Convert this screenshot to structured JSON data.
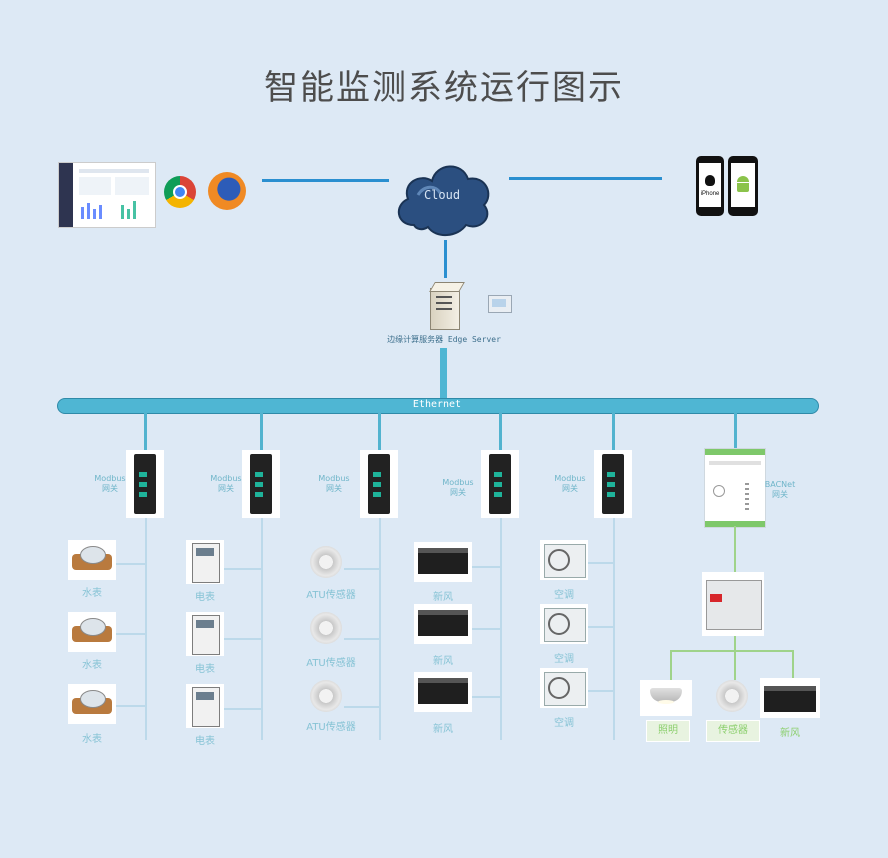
{
  "title": "智能监测系统运行图示",
  "cloud_label": "Cloud",
  "edge_server_label": "边缘计算服务器 Edge Server",
  "ethernet_label": "Ethernet",
  "phones": {
    "left": "iPhone"
  },
  "gateways": [
    {
      "label_line1": "Modbus",
      "label_line2": "网关"
    },
    {
      "label_line1": "Modbus",
      "label_line2": "网关"
    },
    {
      "label_line1": "Modbus",
      "label_line2": "网关"
    },
    {
      "label_line1": "Modbus",
      "label_line2": "网关"
    },
    {
      "label_line1": "Modbus",
      "label_line2": "网关"
    },
    {
      "label_line1": "BACNet",
      "label_line2": "网关"
    }
  ],
  "columns": [
    {
      "devices": [
        "水表",
        "水表",
        "水表"
      ]
    },
    {
      "devices": [
        "电表",
        "电表",
        "电表"
      ]
    },
    {
      "devices": [
        "ATU传感器",
        "ATU传感器",
        "ATU传感器"
      ]
    },
    {
      "devices": [
        "新风",
        "新风",
        "新风"
      ]
    },
    {
      "devices": [
        "空调",
        "空调",
        "空调"
      ]
    }
  ],
  "bacnet_devices": [
    "照明",
    "传感器",
    "新风"
  ],
  "colors": {
    "background": "#dde9f5",
    "link": "#2a8fd0",
    "bus": "#4fb6d3",
    "bacnet_link": "#9fd38a"
  }
}
